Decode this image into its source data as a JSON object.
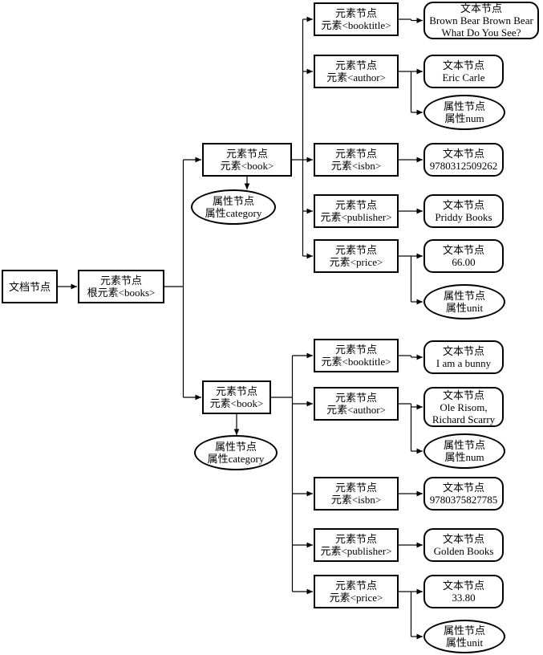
{
  "nodes": [
    {
      "id": "doc",
      "type": "element",
      "lines": [
        "文档节点"
      ]
    },
    {
      "id": "root",
      "type": "element",
      "lines": [
        "元素节点",
        "根元素<books>"
      ]
    },
    {
      "id": "book1",
      "type": "element",
      "lines": [
        "元素节点",
        "元素<book>"
      ]
    },
    {
      "id": "book1-attr",
      "type": "attr",
      "lines": [
        "属性节点",
        "属性category"
      ]
    },
    {
      "id": "b1-title",
      "type": "element",
      "lines": [
        "元素节点",
        "元素<booktitle>"
      ]
    },
    {
      "id": "b1-title-text",
      "type": "text",
      "lines": [
        "文本节点",
        "Brown Bear Brown Bear",
        "What Do You See?"
      ]
    },
    {
      "id": "b1-author",
      "type": "element",
      "lines": [
        "元素节点",
        "元素<author>"
      ]
    },
    {
      "id": "b1-author-text",
      "type": "text",
      "lines": [
        "文本节点",
        "Eric Carle"
      ]
    },
    {
      "id": "b1-author-attr",
      "type": "attr",
      "lines": [
        "属性节点",
        "属性num"
      ]
    },
    {
      "id": "b1-isbn",
      "type": "element",
      "lines": [
        "元素节点",
        "元素<isbn>"
      ]
    },
    {
      "id": "b1-isbn-text",
      "type": "text",
      "lines": [
        "文本节点",
        "9780312509262"
      ]
    },
    {
      "id": "b1-pub",
      "type": "element",
      "lines": [
        "元素节点",
        "元素<publisher>"
      ]
    },
    {
      "id": "b1-pub-text",
      "type": "text",
      "lines": [
        "文本节点",
        "Priddy Books"
      ]
    },
    {
      "id": "b1-price",
      "type": "element",
      "lines": [
        "元素节点",
        "元素<price>"
      ]
    },
    {
      "id": "b1-price-text",
      "type": "text",
      "lines": [
        "文本节点",
        "66.00"
      ]
    },
    {
      "id": "b1-price-attr",
      "type": "attr",
      "lines": [
        "属性节点",
        "属性unit"
      ]
    },
    {
      "id": "book2",
      "type": "element",
      "lines": [
        "元素节点",
        "元素<book>"
      ]
    },
    {
      "id": "book2-attr",
      "type": "attr",
      "lines": [
        "属性节点",
        "属性category"
      ]
    },
    {
      "id": "b2-title",
      "type": "element",
      "lines": [
        "元素节点",
        "元素<booktitle>"
      ]
    },
    {
      "id": "b2-title-text",
      "type": "text",
      "lines": [
        "文本节点",
        "I am a bunny"
      ]
    },
    {
      "id": "b2-author",
      "type": "element",
      "lines": [
        "元素节点",
        "元素<author>"
      ]
    },
    {
      "id": "b2-author-text",
      "type": "text",
      "lines": [
        "文本节点",
        "Ole Risom,",
        "Richard Scarry"
      ]
    },
    {
      "id": "b2-author-attr",
      "type": "attr",
      "lines": [
        "属性节点",
        "属性num"
      ]
    },
    {
      "id": "b2-isbn",
      "type": "element",
      "lines": [
        "元素节点",
        "元素<isbn>"
      ]
    },
    {
      "id": "b2-isbn-text",
      "type": "text",
      "lines": [
        "文本节点",
        "9780375827785"
      ]
    },
    {
      "id": "b2-pub",
      "type": "element",
      "lines": [
        "元素节点",
        "元素<publisher>"
      ]
    },
    {
      "id": "b2-pub-text",
      "type": "text",
      "lines": [
        "文本节点",
        "Golden Books"
      ]
    },
    {
      "id": "b2-price",
      "type": "element",
      "lines": [
        "元素节点",
        "元素<price>"
      ]
    },
    {
      "id": "b2-price-text",
      "type": "text",
      "lines": [
        "文本节点",
        "33.80"
      ]
    },
    {
      "id": "b2-price-attr",
      "type": "attr",
      "lines": [
        "属性节点",
        "属性unit"
      ]
    }
  ],
  "edges": [
    [
      "doc",
      "root"
    ],
    [
      "root",
      "book1"
    ],
    [
      "root",
      "book2"
    ],
    [
      "book1",
      "book1-attr"
    ],
    [
      "book1",
      "b1-title"
    ],
    [
      "book1",
      "b1-author"
    ],
    [
      "book1",
      "b1-isbn"
    ],
    [
      "book1",
      "b1-pub"
    ],
    [
      "book1",
      "b1-price"
    ],
    [
      "b1-title",
      "b1-title-text"
    ],
    [
      "b1-author",
      "b1-author-text"
    ],
    [
      "b1-author",
      "b1-author-attr"
    ],
    [
      "b1-isbn",
      "b1-isbn-text"
    ],
    [
      "b1-pub",
      "b1-pub-text"
    ],
    [
      "b1-price",
      "b1-price-text"
    ],
    [
      "b1-price",
      "b1-price-attr"
    ],
    [
      "book2",
      "book2-attr"
    ],
    [
      "book2",
      "b2-title"
    ],
    [
      "book2",
      "b2-author"
    ],
    [
      "book2",
      "b2-isbn"
    ],
    [
      "book2",
      "b2-pub"
    ],
    [
      "book2",
      "b2-price"
    ],
    [
      "b2-title",
      "b2-title-text"
    ],
    [
      "b2-author",
      "b2-author-text"
    ],
    [
      "b2-author",
      "b2-author-attr"
    ],
    [
      "b2-isbn",
      "b2-isbn-text"
    ],
    [
      "b2-pub",
      "b2-pub-text"
    ],
    [
      "b2-price",
      "b2-price-text"
    ],
    [
      "b2-price",
      "b2-price-attr"
    ]
  ]
}
